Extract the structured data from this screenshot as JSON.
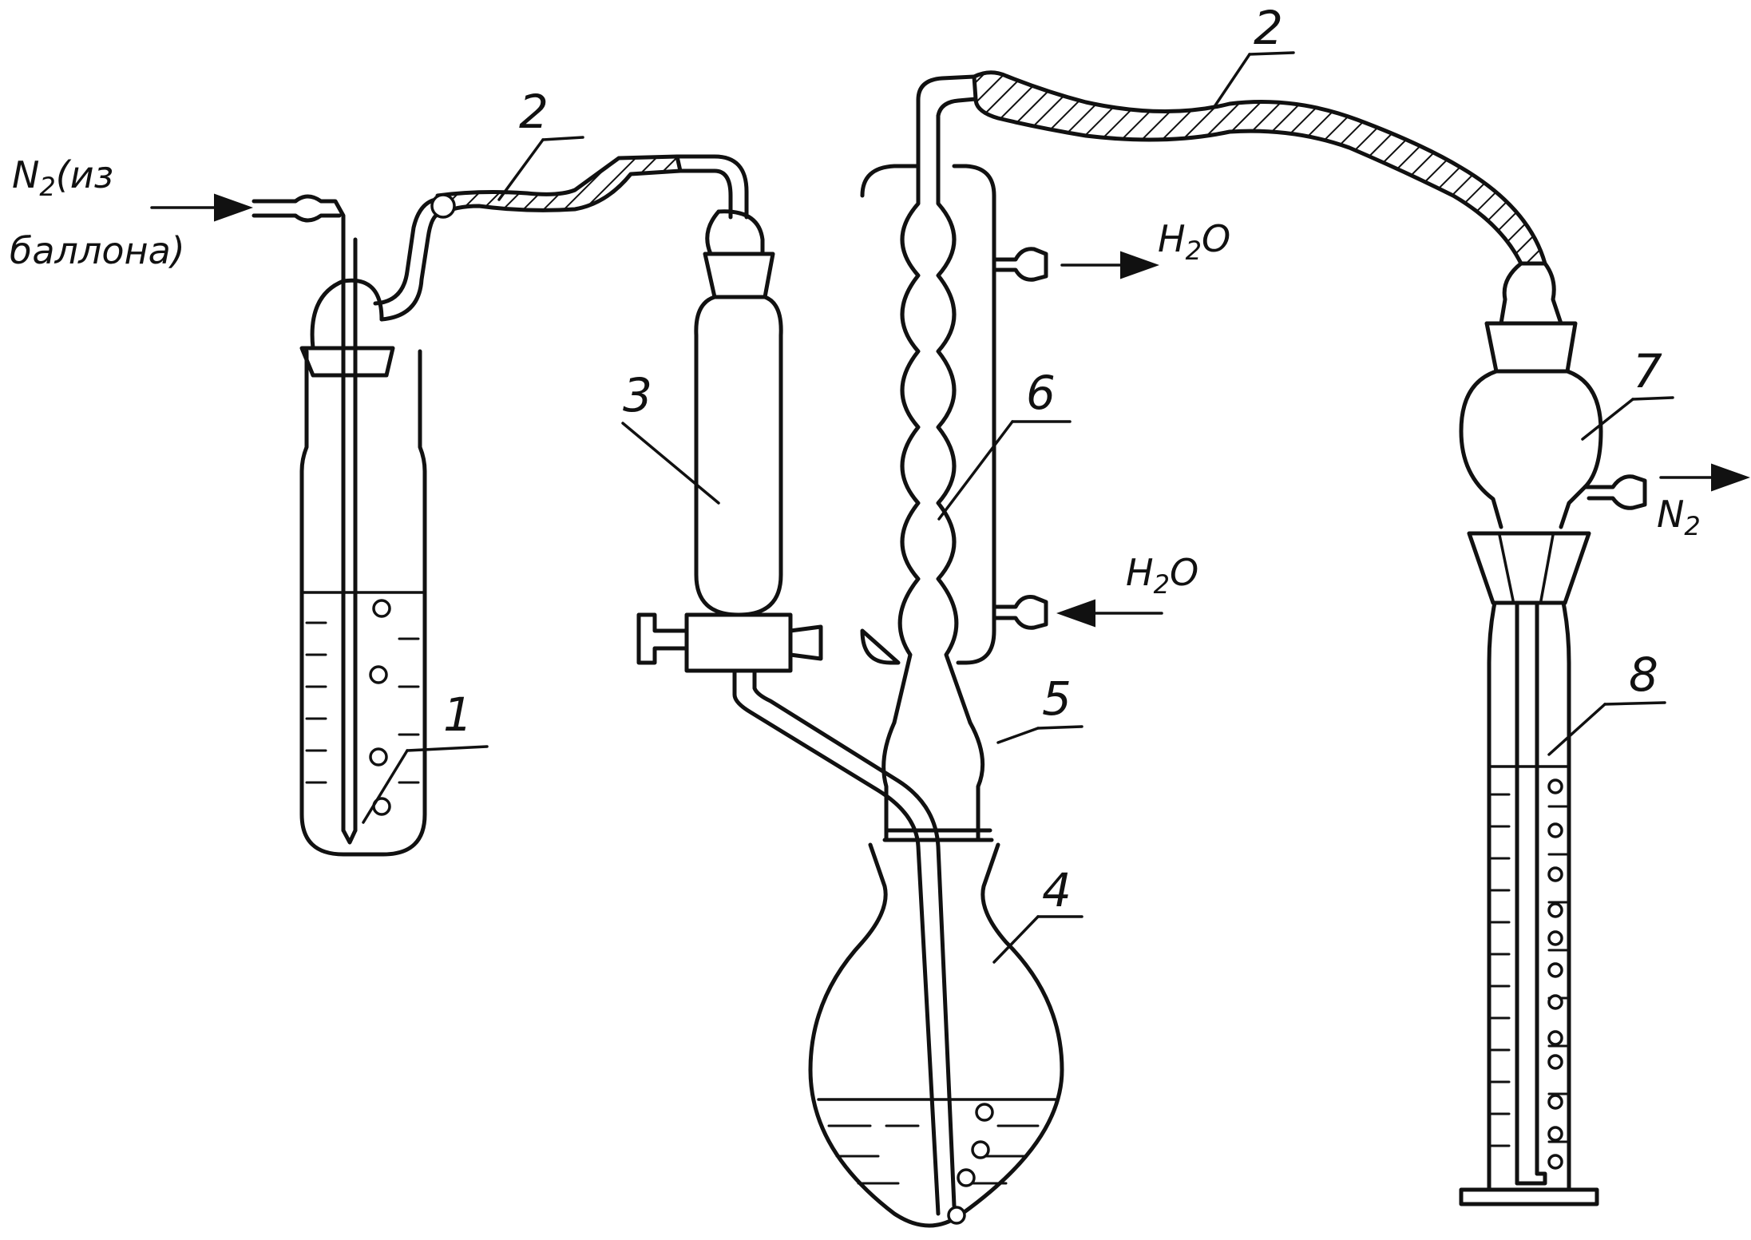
{
  "labels": {
    "trap": "1",
    "hose_left": "2",
    "hose_right": "2",
    "funnel": "3",
    "flask": "4",
    "adapter": "5",
    "condenser": "6",
    "absorber_head": "7",
    "cylinder": "8"
  },
  "gas_inlet": {
    "formula_main": "N",
    "formula_sub": "2",
    "note_line1": "(из",
    "note_line2": "баллона)"
  },
  "water_out": {
    "main": "H",
    "sub": "2",
    "tail": "O"
  },
  "water_in": {
    "main": "H",
    "sub": "2",
    "tail": "O"
  },
  "gas_outlet": {
    "main": "N",
    "sub": "2"
  }
}
